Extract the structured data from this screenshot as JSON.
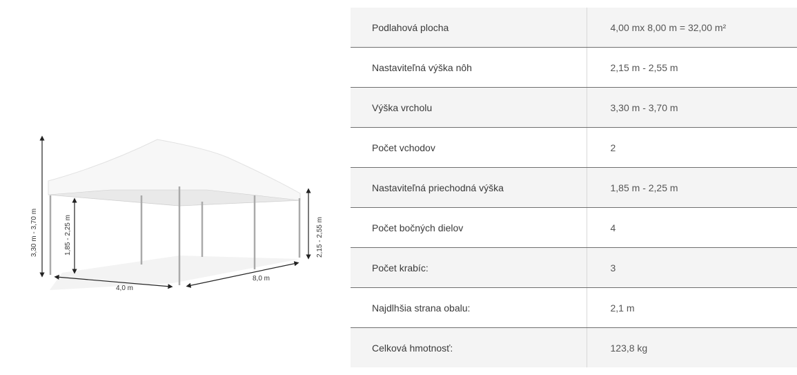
{
  "image": {
    "labels": {
      "total_height": "3,30 m - 3,70 m",
      "passage_height": "1,85 - 2,25 m",
      "leg_height": "2,15 - 2,55 m",
      "width": "4,0 m",
      "length": "8,0 m"
    }
  },
  "specs": [
    {
      "label": "Podlahová plocha",
      "value": "4,00 mx 8,00 m = 32,00 m²"
    },
    {
      "label": "Nastaviteľná výška nôh",
      "value": "2,15 m - 2,55 m"
    },
    {
      "label": "Výška vrcholu",
      "value": "3,30 m - 3,70 m"
    },
    {
      "label": "Počet vchodov",
      "value": "2"
    },
    {
      "label": "Nastaviteľná priechodná výška",
      "value": "1,85 m - 2,25 m"
    },
    {
      "label": "Počet bočných dielov",
      "value": "4"
    },
    {
      "label": "Počet krabíc:",
      "value": "3"
    },
    {
      "label": "Najdlhšia strana obalu:",
      "value": "2,1 m"
    },
    {
      "label": "Celková hmotnosť:",
      "value": "123,8 kg"
    }
  ]
}
